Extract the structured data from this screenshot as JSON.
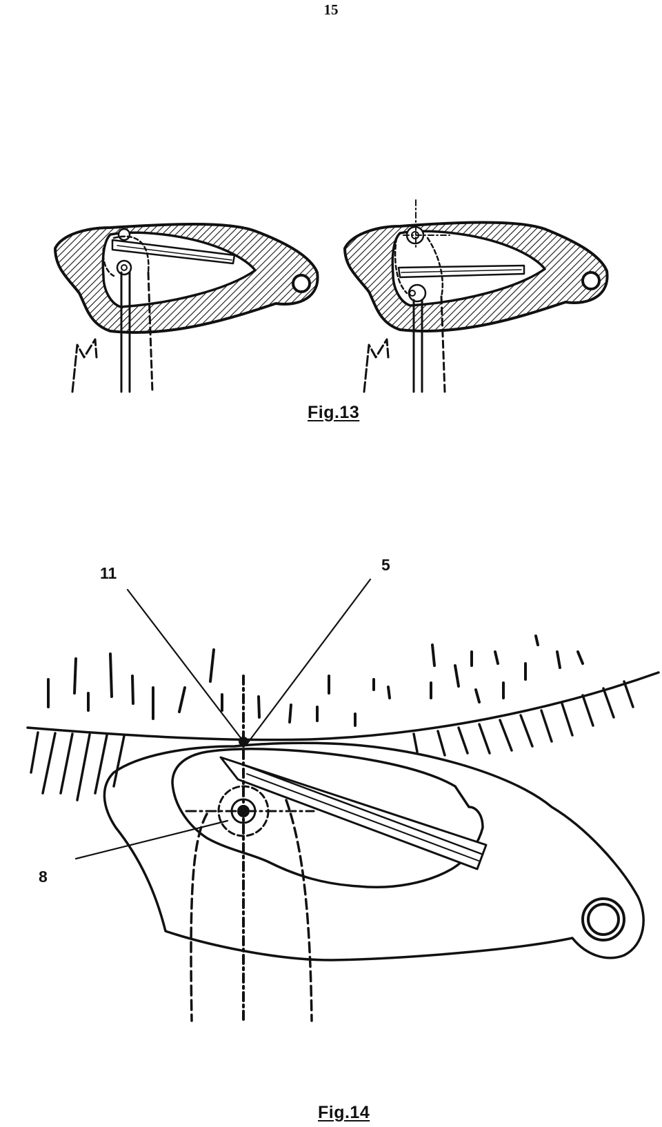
{
  "page": {
    "number": "15"
  },
  "figure13": {
    "caption": "Fig.13"
  },
  "figure14": {
    "caption": "Fig.14",
    "reference_numerals": {
      "contact_point": "11",
      "guide_line": "5",
      "pivot": "8"
    }
  },
  "colors": {
    "ink": "#111111",
    "paper": "#ffffff"
  }
}
